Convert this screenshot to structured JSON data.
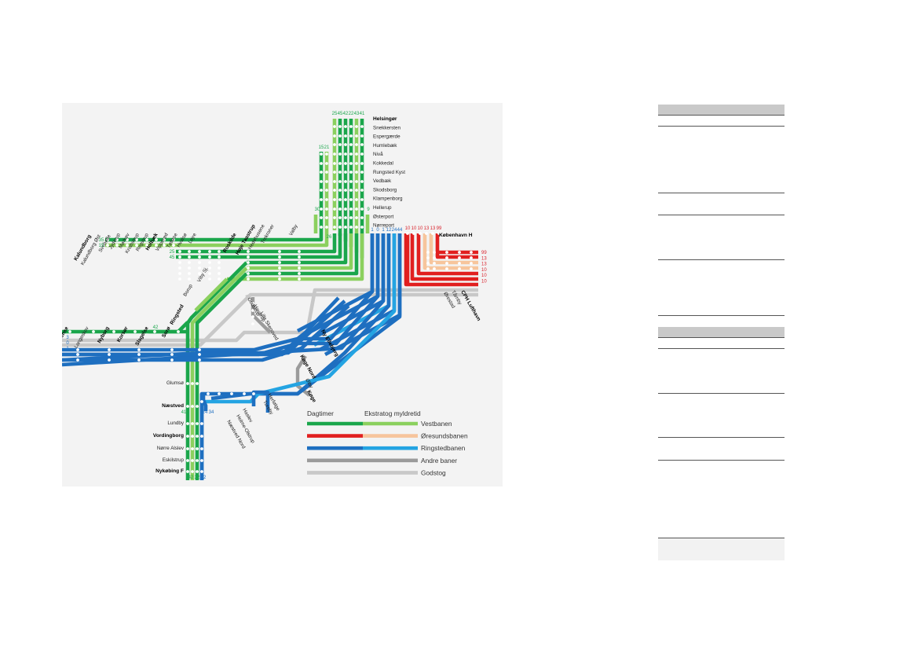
{
  "stations_coast": [
    "Helsingør",
    "Snekkersten",
    "Espergærde",
    "Humlebæk",
    "Nivå",
    "Kokkedal",
    "Rungsted Kyst",
    "Vedbæk",
    "Skodsborg",
    "Klampenborg",
    "Hellerup",
    "Østerport",
    "Nørreport"
  ],
  "stations_coast_bold": [
    "Helsingør"
  ],
  "stations_west": [
    "Kalundborg",
    "Kalundborg Øst",
    "Svebølle",
    "Jyderup",
    "Mørkøv",
    "Knabstrup",
    "Regstrup",
    "Holbæk",
    "Vipperød",
    "Tølløse",
    "Hvalsø",
    "Lejre",
    "Roskilde",
    "Høje Taastrup",
    "Hedehusene",
    "Trekroner",
    "Valby"
  ],
  "stations_west_bold": [
    "Kalundborg",
    "Holbæk",
    "Roskilde",
    "Høje Taastrup"
  ],
  "stations_fyn": [
    "Odense",
    "Langeskov",
    "Nyborg",
    "Korsør",
    "Slagelse",
    "Sorø",
    "Ringsted",
    "Borup",
    "Viby Sj."
  ],
  "stations_fyn_bold": [
    "Odense",
    "Nyborg",
    "Korsør",
    "Slagelse",
    "Sorø",
    "Ringsted"
  ],
  "stations_south": [
    "Glumsø",
    "Næstved",
    "Lundby",
    "Vordingborg",
    "Nørre Alslev",
    "Eskilstrup",
    "Nykøbing F"
  ],
  "stations_south_bold": [
    "Næstved",
    "Vordingborg",
    "Nykøbing F"
  ],
  "stations_koge": [
    "Godstrup",
    "Havdrup",
    "Lille Skensved",
    "Ny Ellebjerg",
    "Køge Nord",
    "Ølby",
    "Køge",
    "Herfølge",
    "Tureby",
    "Haslev",
    "Holme-Olstrup",
    "Næstved Nord"
  ],
  "stations_koge_bold": [
    "Ny Ellebjerg",
    "Køge Nord",
    "Køge"
  ],
  "stations_east": [
    "København H",
    "Ørestad",
    "Tårnby",
    "CPH Lufthavn"
  ],
  "stations_east_bold": [
    "København H",
    "CPH Lufthavn"
  ],
  "nums_top": [
    "25",
    "45",
    "42",
    "22",
    "43",
    "41"
  ],
  "nums_top2": [
    "15",
    "21"
  ],
  "nums_west": [
    "35",
    "15",
    "25",
    "45"
  ],
  "num_left_30": "30",
  "num_right_9": "9",
  "num_26": "26",
  "nums_hub": [
    "1",
    "0",
    "1",
    "12",
    "24",
    "44"
  ],
  "nums_red_top": [
    "10",
    "10",
    "10",
    "13",
    "13",
    "99"
  ],
  "nums_right": [
    "99",
    "13",
    "13",
    "10",
    "10",
    "10"
  ],
  "nums_fyn_left": [
    "5",
    "3",
    "0",
    "1"
  ],
  "num_sorø": "42",
  "num_41": "41",
  "nums_bottom": [
    "42",
    "22",
    "12"
  ],
  "nums_næstved": [
    "24",
    "34"
  ],
  "legend": {
    "left_header": "Dagtimer",
    "right_header": "Ekstratog myldretid",
    "lines": [
      "Vestbanen",
      "Øresundsbanen",
      "Ringstedbanen",
      "Andre baner",
      "Godstog"
    ]
  },
  "colors": {
    "vest_dark": "#1aa64b",
    "vest_light": "#8bd05e",
    "oresund_dark": "#e11f1f",
    "oresund_light": "#f7c59c",
    "ring_dark": "#1e6fc0",
    "ring_light": "#24a4e2",
    "andre": "#9b9b9b",
    "godstog": "#c8c8c8",
    "num_green": "#1aa64b",
    "num_red": "#d9232d",
    "num_blue": "#1e6fc0"
  }
}
